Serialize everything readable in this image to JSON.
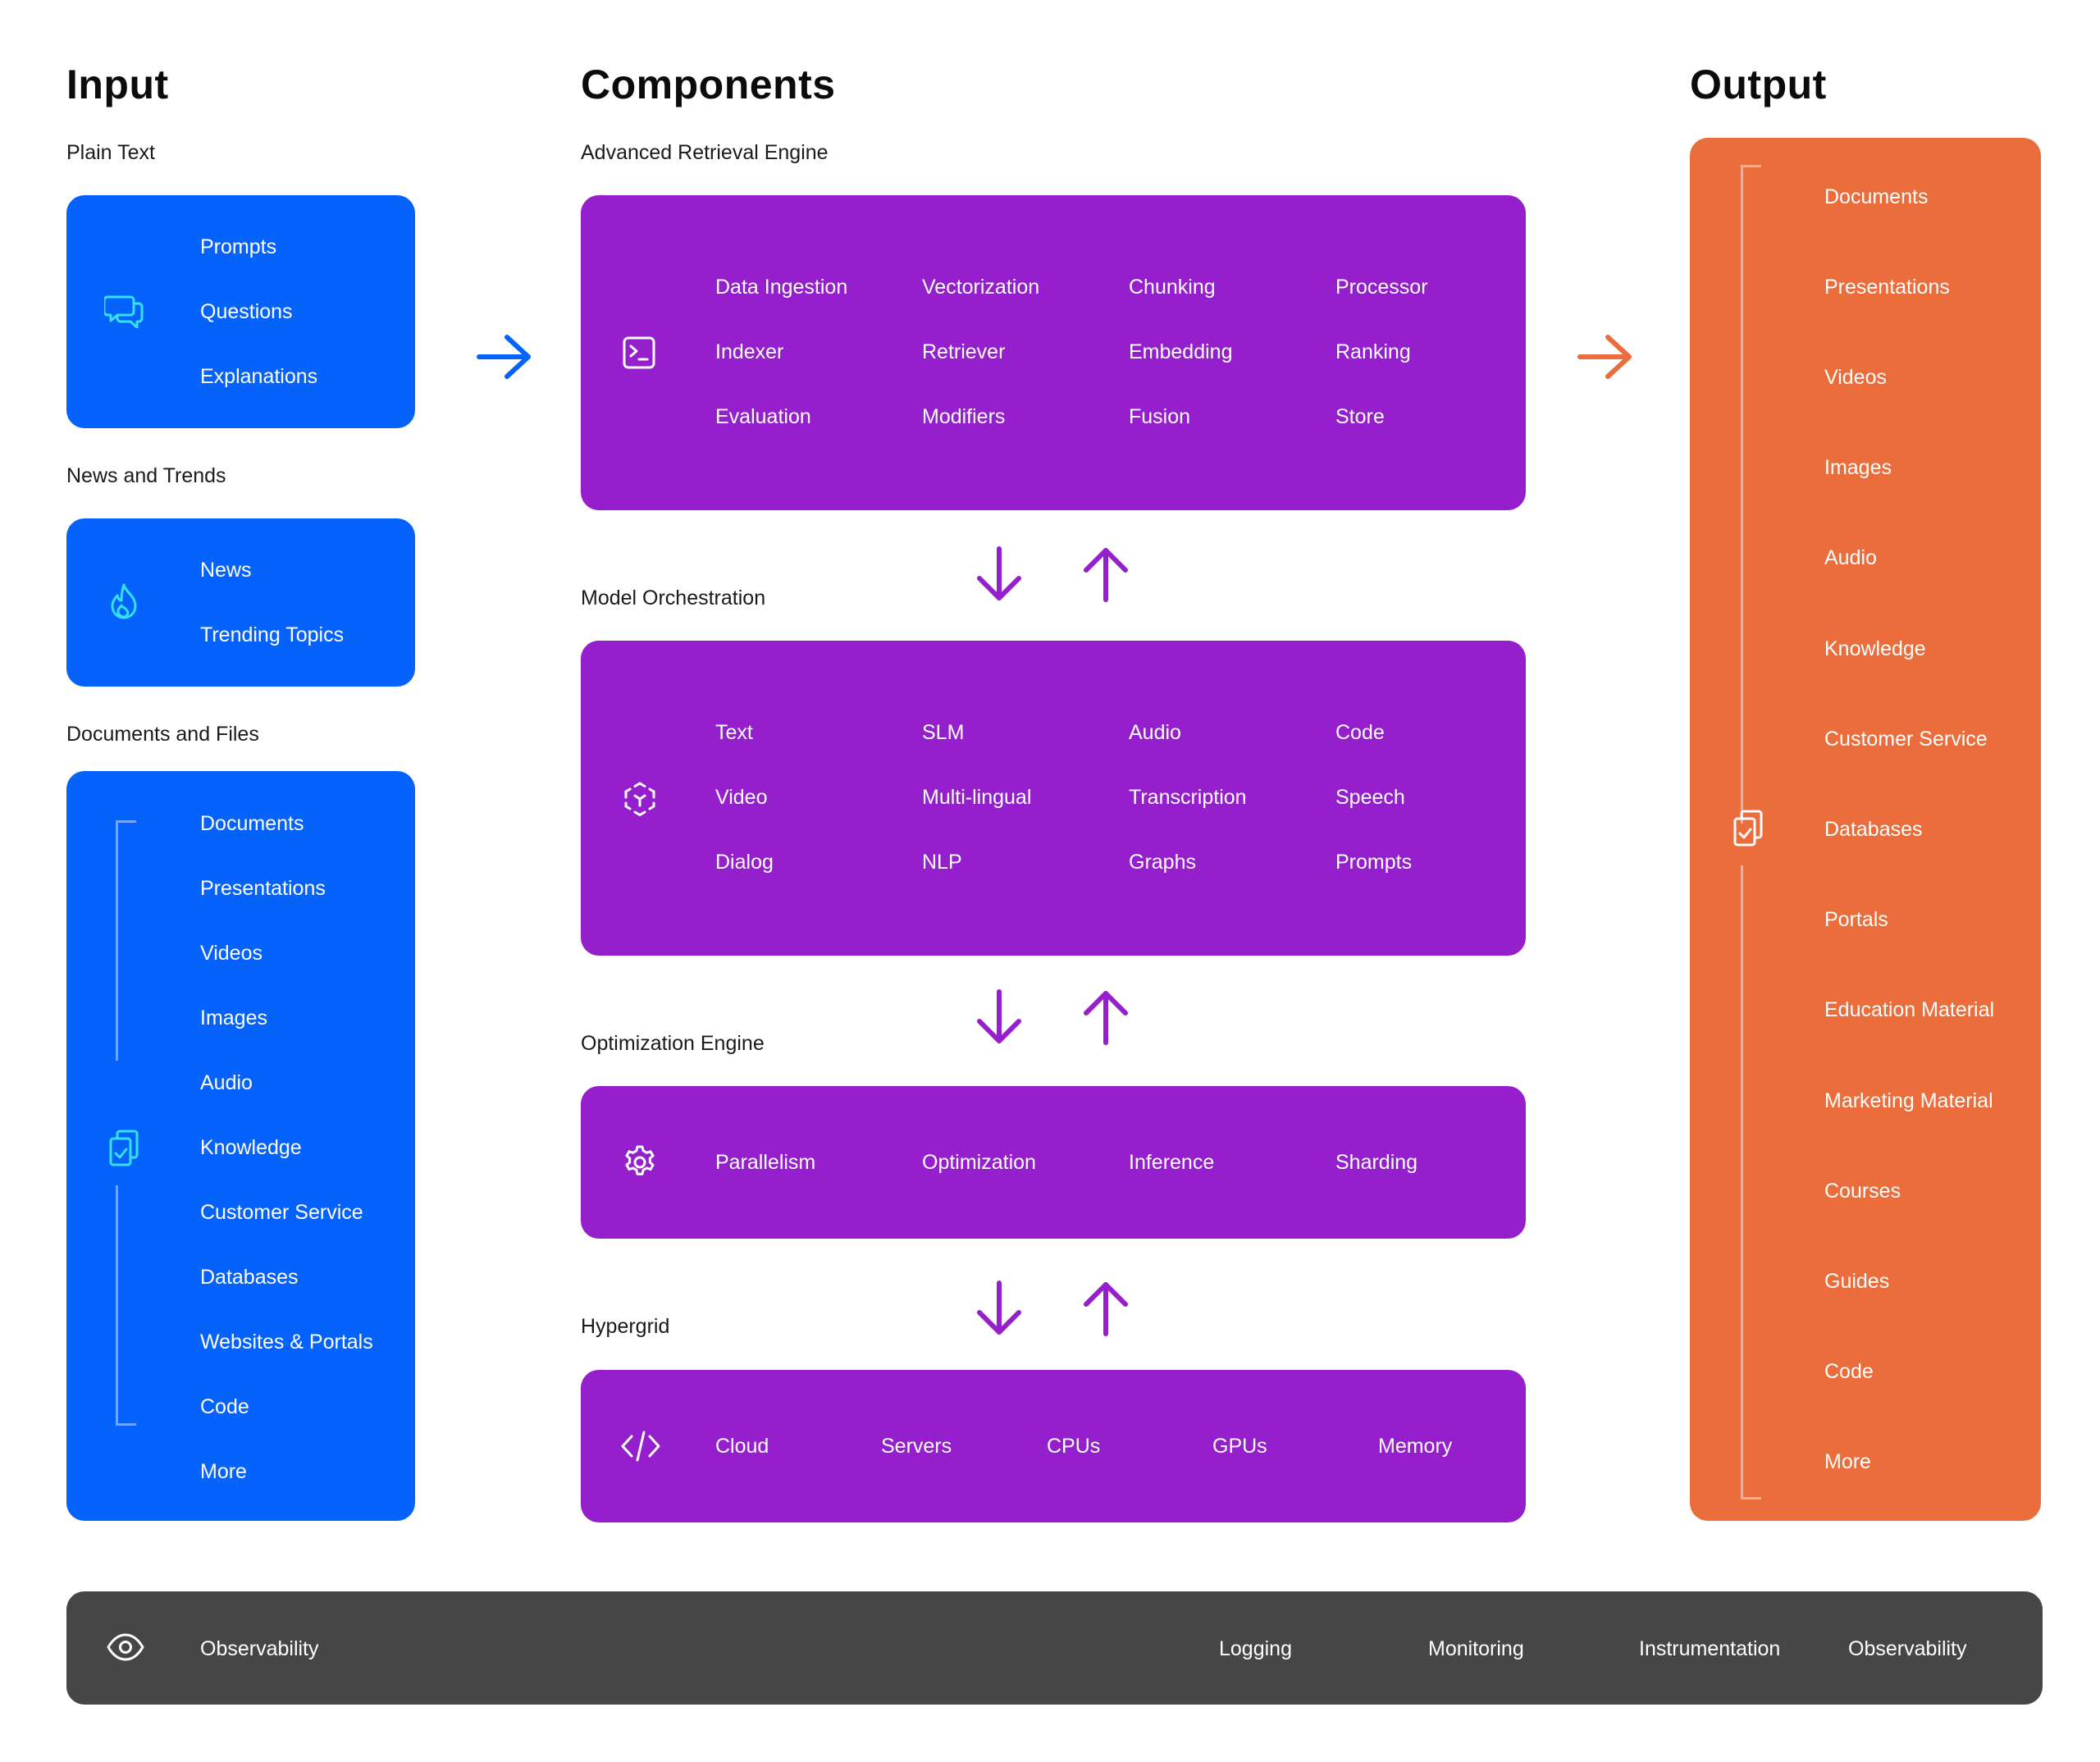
{
  "colors": {
    "input": "#0562FA",
    "components": "#951FCC",
    "output": "#EA6D3B",
    "observability": "#464646",
    "input_icon": "#35E0F0"
  },
  "input": {
    "heading": "Input",
    "groups": [
      {
        "caption": "Plain Text",
        "icon": "chat-bubbles-icon",
        "items": [
          "Prompts",
          "Questions",
          "Explanations"
        ]
      },
      {
        "caption": "News and Trends",
        "icon": "fire-icon",
        "items": [
          "News",
          "Trending Topics"
        ]
      },
      {
        "caption": "Documents and Files",
        "icon": "clipboard-check-icon",
        "items": [
          "Documents",
          "Presentations",
          "Videos",
          "Images",
          "Audio",
          "Knowledge",
          "Customer Service",
          "Databases",
          "Websites & Portals",
          "Code",
          "More"
        ]
      }
    ]
  },
  "components": {
    "heading": "Components",
    "sections": [
      {
        "caption": "Advanced Retrieval Engine",
        "icon": "terminal-icon",
        "items": [
          "Data Ingestion",
          "Vectorization",
          "Chunking",
          "Processor",
          "Indexer",
          "Retriever",
          "Embedding",
          "Ranking",
          "Evaluation",
          "Modifiers",
          "Fusion",
          "Store"
        ]
      },
      {
        "caption": "Model Orchestration",
        "icon": "cube-scan-icon",
        "items": [
          "Text",
          "SLM",
          "Audio",
          "Code",
          "Video",
          "Multi-lingual",
          "Transcription",
          "Speech",
          "Dialog",
          "NLP",
          "Graphs",
          "Prompts"
        ]
      },
      {
        "caption": "Optimization Engine",
        "icon": "gear-icon",
        "items": [
          "Parallelism",
          "Optimization",
          "Inference",
          "Sharding"
        ]
      },
      {
        "caption": "Hypergrid",
        "icon": "code-brackets-icon",
        "items": [
          "Cloud",
          "Servers",
          "CPUs",
          "GPUs",
          "Memory"
        ]
      }
    ]
  },
  "output": {
    "heading": "Output",
    "icon": "clipboard-check-icon",
    "items": [
      "Documents",
      "Presentations",
      "Videos",
      "Images",
      "Audio",
      "Knowledge",
      "Customer Service",
      "Databases",
      "Portals",
      "Education Material",
      "Marketing Material",
      "Courses",
      "Guides",
      "Code",
      "More"
    ]
  },
  "observability": {
    "icon": "eye-icon",
    "label": "Observability",
    "items": [
      "Logging",
      "Monitoring",
      "Instrumentation",
      "Observability"
    ]
  }
}
